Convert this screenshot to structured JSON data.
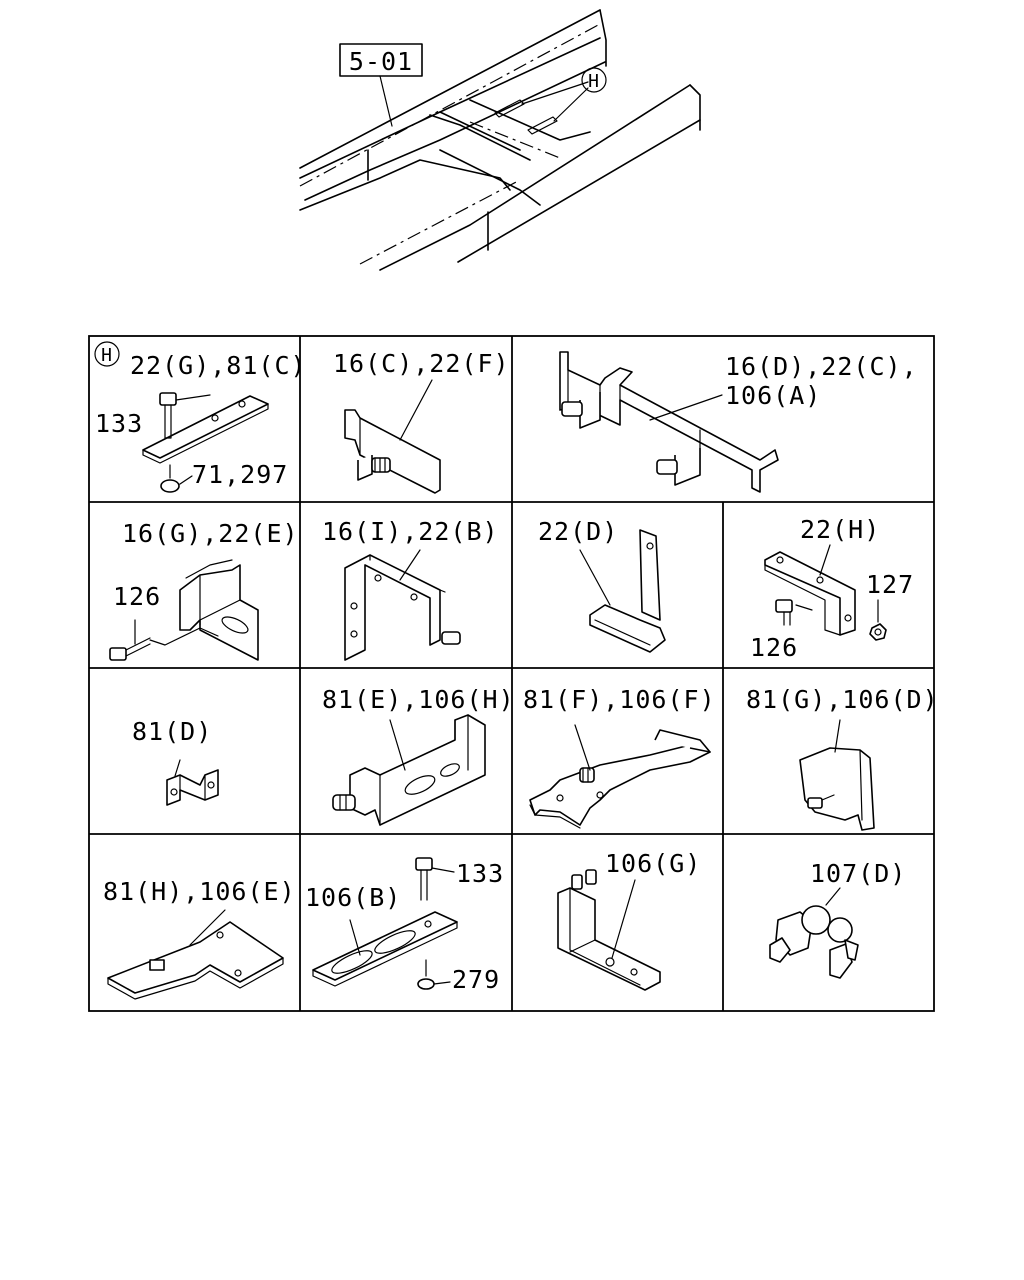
{
  "overview": {
    "ref_label": "5-01",
    "marker": "H"
  },
  "grid": {
    "marker": "H",
    "cells": [
      [
        "22(G),81(C)",
        "133",
        "71,297"
      ],
      [
        "16(C),22(F)"
      ],
      [
        "16(D),22(C),",
        "106(A)"
      ],
      [
        "16(G),22(E)",
        "126"
      ],
      [
        "16(I),22(B)"
      ],
      [
        "22(D)"
      ],
      [
        "22(H)",
        "127",
        "126"
      ],
      [
        "81(D)"
      ],
      [
        "81(E),106(H)"
      ],
      [
        "81(F),106(F)"
      ],
      [
        "81(G),106(D)"
      ],
      [
        "81(H),106(E)"
      ],
      [
        "106(B)",
        "133",
        "279"
      ],
      [
        "106(G)"
      ],
      [
        "107(D)"
      ]
    ]
  }
}
